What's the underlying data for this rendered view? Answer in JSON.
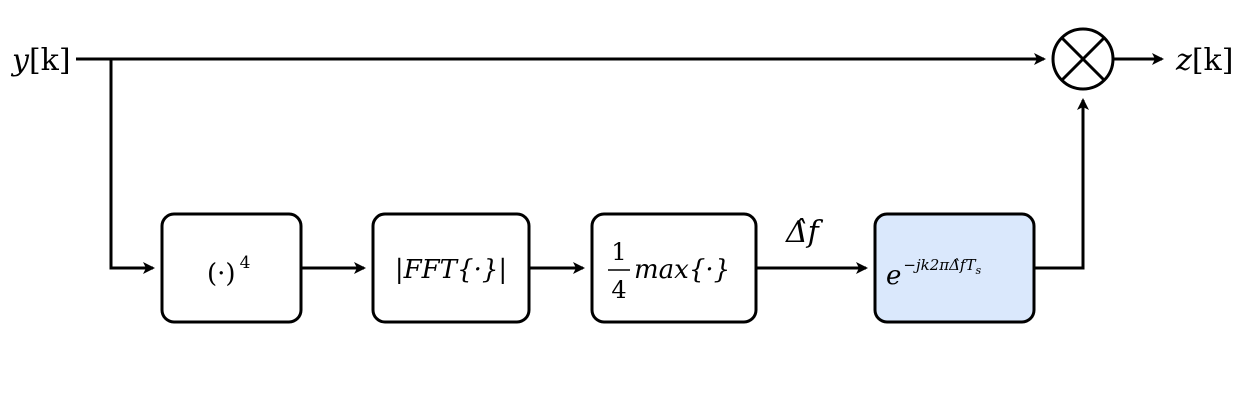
{
  "input": {
    "label_var": "y",
    "label_idx": "[k]"
  },
  "output": {
    "label_var": "z",
    "label_idx": "[k]"
  },
  "mixer": {
    "symbol": "multiplier"
  },
  "blocks": [
    {
      "base": "(·)",
      "sup": "4",
      "fill": "#ffffff"
    },
    {
      "text": "|FFT{·}|",
      "fill": "#ffffff"
    },
    {
      "frac_num": "1",
      "frac_den": "4",
      "text": "max{·}",
      "fill": "#ffffff"
    },
    {
      "base": "e",
      "sup": "−jk2πΔ̂fT",
      "sup_sub": "s",
      "fill": "#dae8fc"
    }
  ],
  "edge_label": "Δ̂f",
  "colors": {
    "stroke": "#000000",
    "highlight": "#dae8fc"
  }
}
